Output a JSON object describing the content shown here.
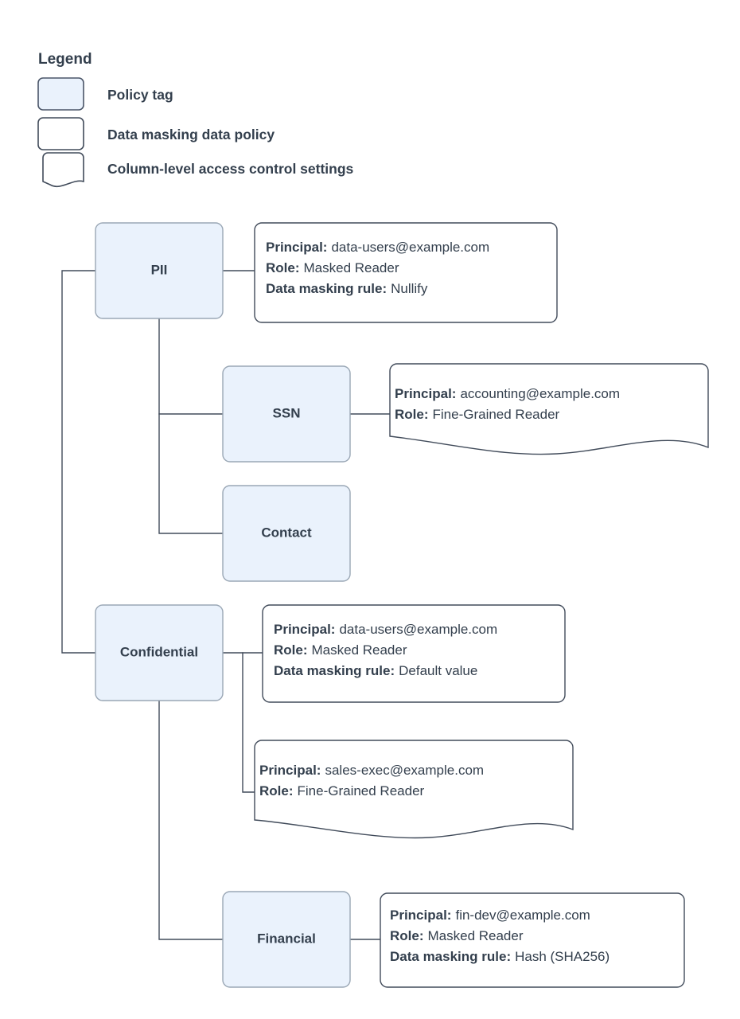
{
  "legend": {
    "title": "Legend",
    "items": [
      {
        "swatch": "policy-tag-swatch",
        "label": "Policy tag"
      },
      {
        "swatch": "data-masking-policy-swatch",
        "label": "Data masking data policy"
      },
      {
        "swatch": "column-access-settings-swatch",
        "label": "Column-level access control settings"
      }
    ]
  },
  "colors": {
    "node_fill": "#eaf2fc",
    "node_stroke": "#9aa7b5",
    "box_stroke": "#414b5a",
    "text": "#333f4d",
    "background": "#ffffff"
  },
  "nodes": [
    {
      "id": "pii",
      "label": "PII"
    },
    {
      "id": "ssn",
      "label": "SSN"
    },
    {
      "id": "contact",
      "label": "Contact"
    },
    {
      "id": "confidential",
      "label": "Confidential"
    },
    {
      "id": "financial",
      "label": "Financial"
    }
  ],
  "labels": {
    "principal": "Principal:",
    "role": "Role:",
    "data_masking_rule": "Data masking rule:"
  },
  "policies": {
    "pii_masking": {
      "shape": "data-masking-policy",
      "principal": "data-users@example.com",
      "role": "Masked Reader",
      "data_masking_rule": "Nullify"
    },
    "ssn_access": {
      "shape": "column-access-settings",
      "principal": "accounting@example.com",
      "role": "Fine-Grained Reader"
    },
    "confidential_masking": {
      "shape": "data-masking-policy",
      "principal": "data-users@example.com",
      "role": "Masked Reader",
      "data_masking_rule": "Default value"
    },
    "confidential_access": {
      "shape": "column-access-settings",
      "principal": "sales-exec@example.com",
      "role": "Fine-Grained Reader"
    },
    "financial_masking": {
      "shape": "data-masking-policy",
      "principal": "fin-dev@example.com",
      "role": "Masked Reader",
      "data_masking_rule": "Hash (SHA256)"
    }
  },
  "hierarchy": {
    "roots": [
      "pii",
      "confidential"
    ],
    "pii_children": [
      "ssn",
      "contact"
    ],
    "confidential_children": [
      "financial"
    ]
  }
}
